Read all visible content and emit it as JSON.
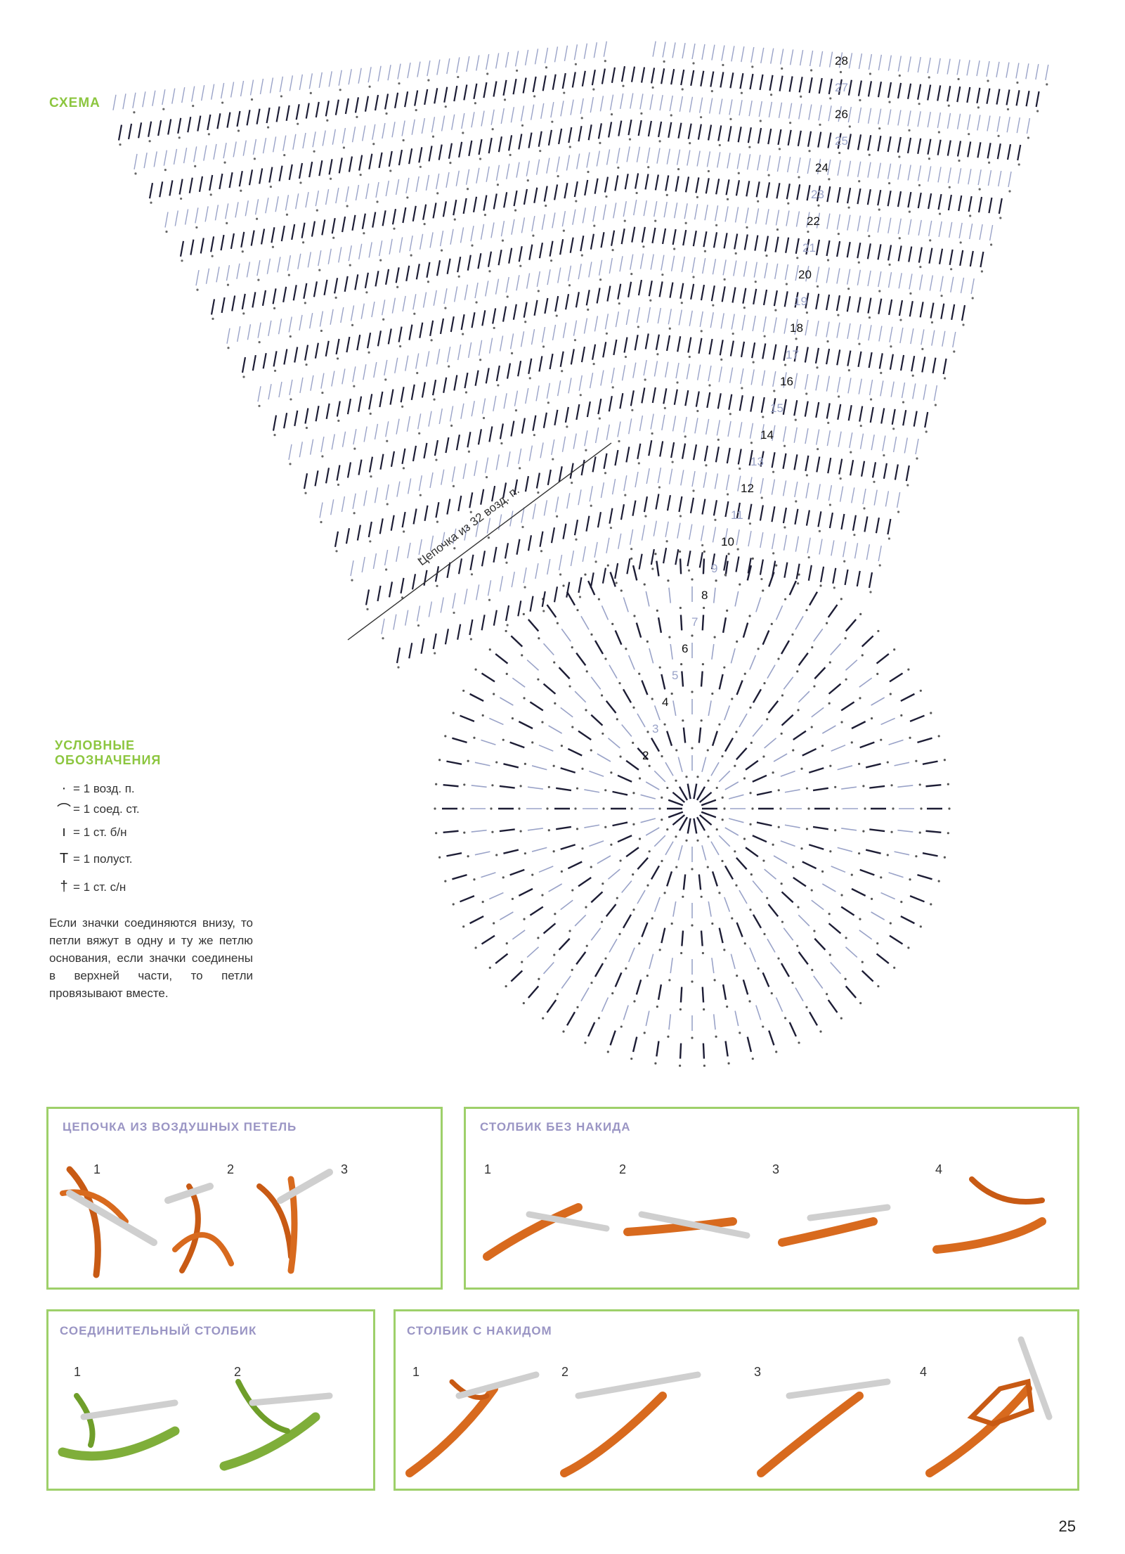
{
  "scheme": {
    "title": "СХЕМА",
    "chain_note": "Цепочка из 32 возд. п.",
    "row_numbers": [
      "28",
      "27",
      "26",
      "25",
      "24",
      "23",
      "22",
      "21",
      "20",
      "19",
      "18",
      "17",
      "16",
      "15",
      "14",
      "13",
      "12",
      "11",
      "10",
      "9",
      "8",
      "7",
      "6",
      "5",
      "4",
      "3",
      "2"
    ]
  },
  "legend": {
    "title_line1": "УСЛОВНЫЕ",
    "title_line2": "ОБОЗНАЧЕНИЯ",
    "items": [
      {
        "symbol": "·",
        "label": "= 1 возд. п."
      },
      {
        "symbol": "⌒",
        "label": "= 1 соед. ст."
      },
      {
        "symbol": "ı",
        "label": "= 1 ст. б/н"
      },
      {
        "symbol": "T",
        "label": "= 1 полуст."
      },
      {
        "symbol": "†",
        "label": "= 1 ст. с/н"
      }
    ],
    "note": "Если значки соединяются внизу, то петли вяжут в одну и ту же петлю основания, если значки соединены в верхней части, то петли провязывают вместе."
  },
  "panels": [
    {
      "title": "ЦЕПОЧКА ИЗ ВОЗДУШНЫХ ПЕТЕЛЬ",
      "steps": [
        "1",
        "2",
        "3"
      ],
      "yarn": "#d86a1e"
    },
    {
      "title": "СТОЛБИК БЕЗ НАКИДА",
      "steps": [
        "1",
        "2",
        "3",
        "4"
      ],
      "yarn": "#d86a1e"
    },
    {
      "title": "СОЕДИНИТЕЛЬНЫЙ СТОЛБИК",
      "steps": [
        "1",
        "2"
      ],
      "yarn": "#7fae3a"
    },
    {
      "title": "СТОЛБИК С НАКИДОМ",
      "steps": [
        "1",
        "2",
        "3",
        "4"
      ],
      "yarn": "#d86a1e"
    }
  ],
  "page_number": "25",
  "colors": {
    "accent": "#8cc63f",
    "panel_border": "#9ed06a",
    "panel_title": "#9a95c4",
    "dark_stitch": "#1d1d35",
    "light_stitch": "#9aa3c8"
  }
}
